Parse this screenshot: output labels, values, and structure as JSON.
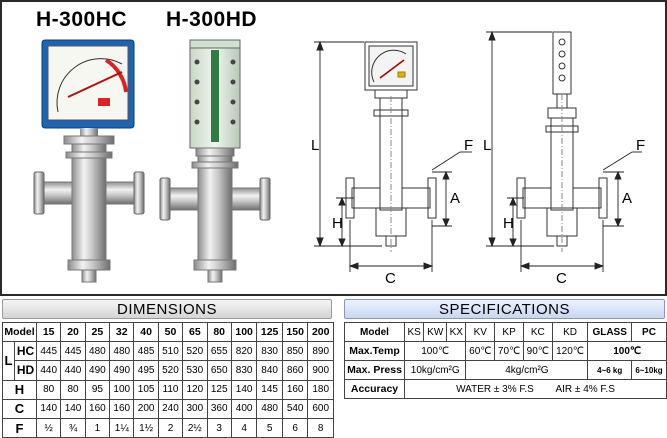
{
  "models": {
    "hc": "H-300HC",
    "hd": "H-300HD"
  },
  "drawing_labels": {
    "length": "L",
    "height": "H",
    "center": "C",
    "flange": "F",
    "a_dim": "A"
  },
  "dimensions": {
    "title": "DIMENSIONS",
    "model_label": "Model",
    "sizes": [
      "15",
      "20",
      "25",
      "32",
      "40",
      "50",
      "65",
      "80",
      "100",
      "125",
      "150",
      "200"
    ],
    "l_label": "L",
    "rows": [
      {
        "label": "HC",
        "values": [
          "445",
          "445",
          "480",
          "480",
          "485",
          "510",
          "520",
          "655",
          "820",
          "830",
          "850",
          "890"
        ]
      },
      {
        "label": "HD",
        "values": [
          "440",
          "440",
          "490",
          "490",
          "495",
          "520",
          "530",
          "650",
          "830",
          "840",
          "860",
          "900"
        ]
      },
      {
        "label": "H",
        "values": [
          "80",
          "80",
          "95",
          "100",
          "105",
          "110",
          "120",
          "125",
          "140",
          "145",
          "160",
          "180"
        ]
      },
      {
        "label": "C",
        "values": [
          "140",
          "140",
          "160",
          "160",
          "200",
          "240",
          "300",
          "360",
          "400",
          "480",
          "540",
          "600"
        ]
      },
      {
        "label": "F",
        "values": [
          "½",
          "¾",
          "1",
          "1¼",
          "1½",
          "2",
          "2½",
          "3",
          "4",
          "5",
          "6",
          "8"
        ]
      }
    ]
  },
  "specifications": {
    "title": "SPECIFICATIONS",
    "model_label": "Model",
    "models": [
      "KS",
      "KW",
      "KX",
      "KV",
      "KP",
      "KC",
      "KD",
      "GLASS",
      "PC"
    ],
    "max_temp_label": "Max.Temp",
    "max_temp": [
      "100℃",
      "60℃",
      "70℃",
      "90℃",
      "120℃",
      "100℃"
    ],
    "max_press_label": "Max. Press",
    "max_press": [
      "10kg/cm²G",
      "4kg/cm²G",
      "4~6 kg",
      "6~10kg"
    ],
    "accuracy_label": "Accuracy",
    "accuracy": "WATER ± 3% F.S        AIR ± 4% F.S"
  },
  "gauge_marking": "■"
}
